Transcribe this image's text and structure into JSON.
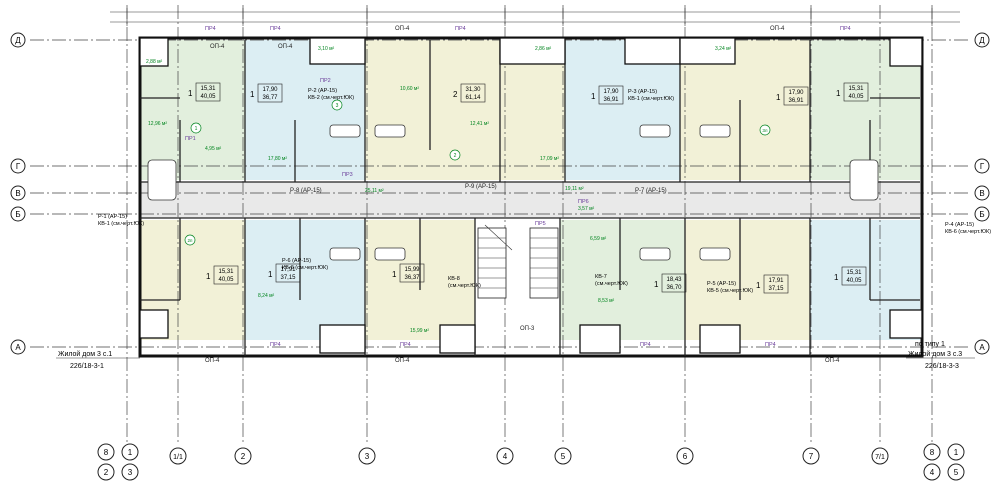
{
  "colors": {
    "room_green": "#e2efdd",
    "room_blue": "#dceef3",
    "room_yellow": "#f2f1d7",
    "corridor": "#e9e9e9",
    "wall": "#111111",
    "area_text": "#00841e",
    "door_text": "#6a3d9a"
  },
  "axes": {
    "rows_left": [
      "Д",
      "Г",
      "В",
      "Б",
      "А"
    ],
    "rows_right": [
      "Д",
      "Г",
      "В",
      "Б",
      "А"
    ],
    "columns": [
      "1/1",
      "2",
      "3",
      "4",
      "5",
      "6",
      "7",
      "7/1"
    ],
    "left_bottom_pair_top": [
      "8",
      "1"
    ],
    "left_bottom_pair_bottom": [
      "2",
      "3"
    ],
    "right_bottom_pair_top": [
      "8",
      "1"
    ],
    "right_bottom_pair_bottom": [
      "4",
      "5"
    ]
  },
  "notes": {
    "left_house": "Жилой дом 3 с.1",
    "left_code": "226/18-3-1",
    "right_house": "Жилой дом 3 с.3",
    "right_code": "226/18-3-3",
    "right_type": "по типу 1"
  },
  "apartments": [
    {
      "id": "tl-green",
      "rooms": "1",
      "area_living": "15,31",
      "area_total": "40,05",
      "tag": "Р-1 (АР-15)",
      "tag2": "КВ-1 (см.черт.ЮК)"
    },
    {
      "id": "t2-blue",
      "rooms": "1",
      "area_living": "17,90",
      "area_total": "36,77",
      "tag": "Р-2 (АР-15)",
      "tag2": "КВ-2 (см.черт.ЮК)"
    },
    {
      "id": "t3-yellow",
      "rooms": "2",
      "area_living": "31,30",
      "area_total": "61,14",
      "tag": "",
      "tag2": ""
    },
    {
      "id": "t4-blue",
      "rooms": "1",
      "area_living": "17,90",
      "area_total": "36,91",
      "tag": "Р-3 (АР-15)",
      "tag2": "КВ-1 (см.черт.ЮК)"
    },
    {
      "id": "t5-yellow",
      "rooms": "1",
      "area_living": "17,90",
      "area_total": "36,91",
      "tag": "",
      "tag2": ""
    },
    {
      "id": "tr-green",
      "rooms": "1",
      "area_living": "15,31",
      "area_total": "40,05",
      "tag": "",
      "tag2": ""
    },
    {
      "id": "bl-yellow",
      "rooms": "1",
      "area_living": "15,31",
      "area_total": "40,05",
      "tag": "",
      "tag2": ""
    },
    {
      "id": "b2-blue",
      "rooms": "1",
      "area_living": "17,91",
      "area_total": "37,15",
      "tag": "Р-6 (АР-15)",
      "tag2": "КВ-6 (см.черт.ЮК)"
    },
    {
      "id": "b3-yellow",
      "rooms": "1",
      "area_living": "15,99",
      "area_total": "36,37",
      "tag": "КВ-8",
      "tag2": "(см.черт.ЮК)"
    },
    {
      "id": "b4-green",
      "rooms": "1",
      "area_living": "18,43",
      "area_total": "36,70",
      "tag": "КВ-7",
      "tag2": "(см.черт.ЮК)"
    },
    {
      "id": "b5-yellow",
      "rooms": "1",
      "area_living": "17,91",
      "area_total": "37,15",
      "tag": "Р-5 (АР-15)",
      "tag2": "КВ-5 (см.черт.ЮК)"
    },
    {
      "id": "br-blue",
      "rooms": "1",
      "area_living": "15,31",
      "area_total": "40,05",
      "tag": "Р-4 (АР-15)",
      "tag2": "КВ-6 (см.черт.ЮК)"
    }
  ],
  "corridor_labels": [
    "Р-8 (АР-15)",
    "Р-9 (АР-15)",
    "Р-7 (АР-15)"
  ],
  "corridor_areas": [
    "25,11 м²",
    "19,11 м²"
  ],
  "window_labels": {
    "top": [
      "ПР4",
      "ОП-4",
      "ПР4",
      "ОП-4",
      "ПР4",
      "ОП-4",
      "ПР4",
      "ОП-4"
    ],
    "bottom": [
      "ОП-4",
      "ПР4",
      "ОП-4",
      "ПР4",
      "ОП-3",
      "ПР4",
      "ОП-4",
      "ПР4"
    ]
  },
  "misc_areas": [
    "2,88 м²",
    "3,10 м²",
    "2,86 м²",
    "3,24 м²",
    "12,96 м²",
    "4,95 м²",
    "17,80 м²",
    "10,60 м²",
    "12,41 м²",
    "17,09 м²",
    "8,24 м²",
    "15,99 м²",
    "6,59 м²",
    "8,53 м²",
    "3,57 м²"
  ],
  "door_labels": [
    "ПР1",
    "ПР2",
    "ПР3",
    "ПР5",
    "ПР6"
  ],
  "zone_markers": [
    "1",
    "2",
    "3",
    "3л",
    "2п"
  ]
}
